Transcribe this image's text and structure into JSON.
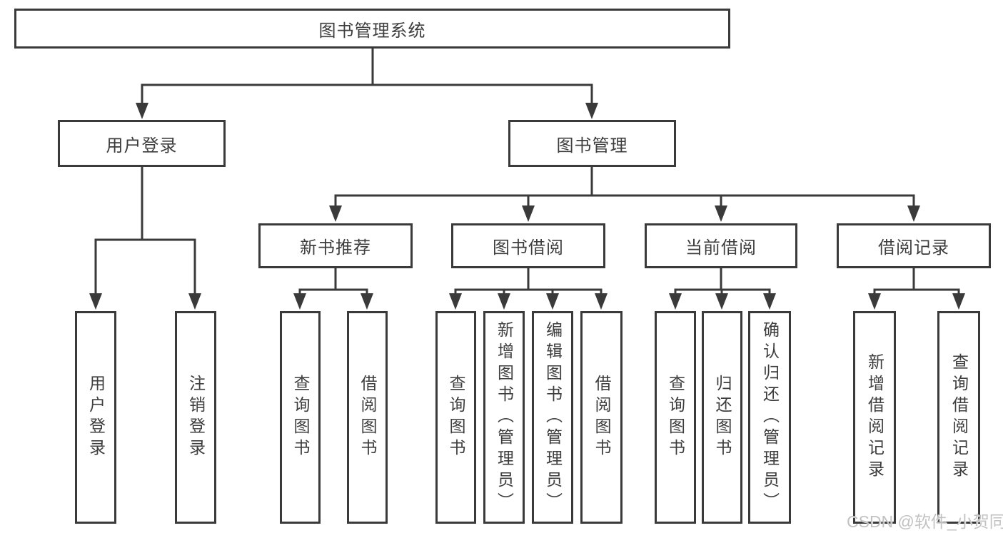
{
  "colors": {
    "line": "#3a3a3a",
    "box_border": "#3a3a3a",
    "box_fill": "#ffffff",
    "text": "#3d3d3d",
    "watermark": "#c2c2c2",
    "background": "#ffffff"
  },
  "diagram": {
    "type": "hierarchy-tree",
    "root": {
      "label": "图书管理系统"
    },
    "branches": [
      {
        "label": "用户登录",
        "children": [
          {
            "label": "用户登录"
          },
          {
            "label": "注销登录"
          }
        ]
      },
      {
        "label": "图书管理",
        "children": [
          {
            "label": "新书推荐",
            "children": [
              {
                "label": "查询图书"
              },
              {
                "label": "借阅图书"
              }
            ]
          },
          {
            "label": "图书借阅",
            "children": [
              {
                "label": "查询图书"
              },
              {
                "label": "新增图书（管理员）"
              },
              {
                "label": "编辑图书（管理员）"
              },
              {
                "label": "借阅图书"
              }
            ]
          },
          {
            "label": "当前借阅",
            "children": [
              {
                "label": "查询图书"
              },
              {
                "label": "归还图书"
              },
              {
                "label": "确认归还（管理员）"
              }
            ]
          },
          {
            "label": "借阅记录",
            "children": [
              {
                "label": "新增借阅记录"
              },
              {
                "label": "查询借阅记录"
              }
            ]
          }
        ]
      }
    ]
  },
  "watermark": {
    "text": "CSDN @软件_小贺同学"
  }
}
